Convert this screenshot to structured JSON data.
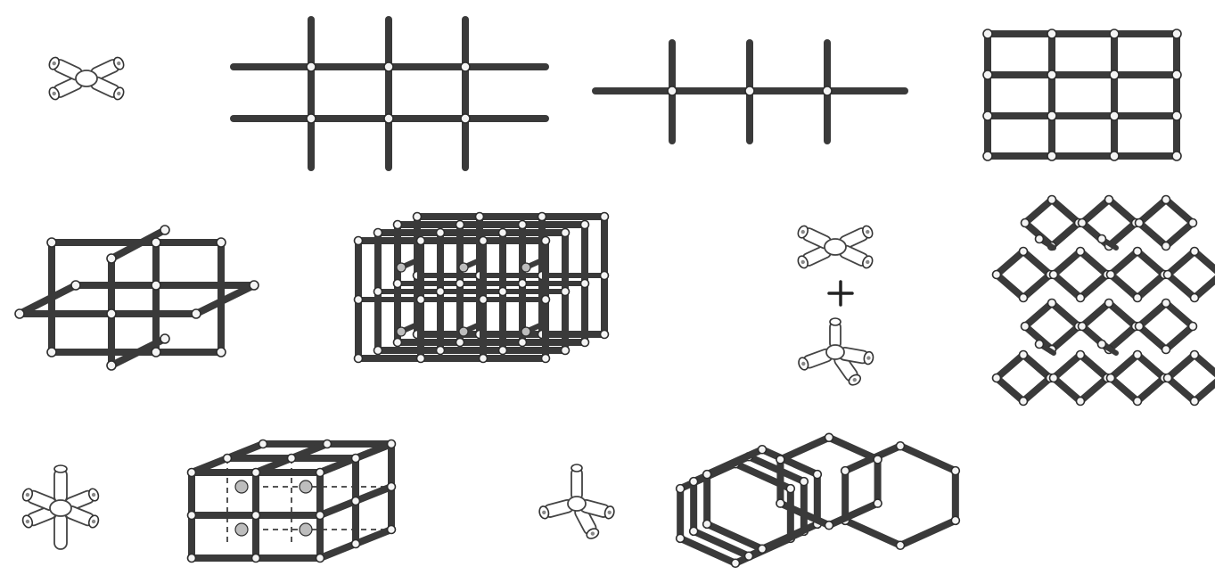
{
  "figure": {
    "background": "#ffffff",
    "rod_color": "#3a3a3a",
    "node_color": "#f4f4f4"
  },
  "panels": [
    {
      "row": 1,
      "icons": [
        "linear-connector-icon"
      ]
    },
    {
      "row": 1,
      "icons": [
        "square-grid-icon"
      ]
    },
    {
      "row": 1,
      "icons": [
        "ladder-chain-icon"
      ]
    },
    {
      "row": 1,
      "icons": [
        "square-net-icon"
      ]
    },
    {
      "row": 2,
      "icons": [
        "interpenetrated-grid-icon"
      ]
    },
    {
      "row": 2,
      "icons": [
        "stacked-layers-icon"
      ]
    },
    {
      "row": 2,
      "icons": [
        "linear-connector-icon",
        "plus-sign-icon",
        "tripodal-connector-icon"
      ]
    },
    {
      "row": 2,
      "icons": [
        "diamondoid-network-icon"
      ]
    },
    {
      "row": 3,
      "icons": [
        "octahedral-connector-icon"
      ]
    },
    {
      "row": 3,
      "icons": [
        "cubic-framework-icon"
      ]
    },
    {
      "row": 3,
      "icons": [
        "tripodal-connector-icon"
      ]
    },
    {
      "row": 3,
      "icons": [
        "honeycomb-layers-icon"
      ]
    }
  ]
}
